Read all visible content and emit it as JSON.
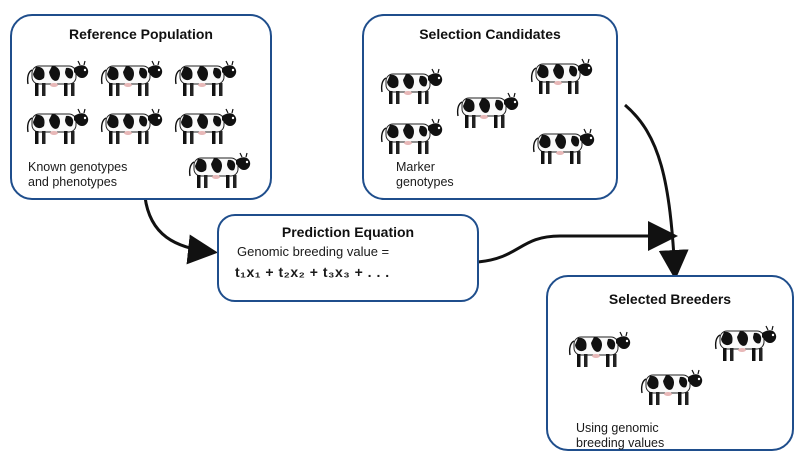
{
  "reference": {
    "title": "Reference Population",
    "caption_line1": "Known genotypes",
    "caption_line2": "and phenotypes",
    "icon": "cow-icon"
  },
  "candidates": {
    "title": "Selection Candidates",
    "caption_line1": "Marker",
    "caption_line2": "genotypes",
    "icon": "cow-icon"
  },
  "prediction": {
    "title": "Prediction Equation",
    "subtitle": "Genomic breeding value =",
    "equation": "t₁x₁ + t₂x₂ + t₃x₃ + . . ."
  },
  "breeders": {
    "title": "Selected Breeders",
    "caption_line1": "Using genomic",
    "caption_line2": "breeding values",
    "icon": "cow-icon"
  },
  "colors": {
    "box_border": "#1f4e8c",
    "arrow": "#111111"
  }
}
